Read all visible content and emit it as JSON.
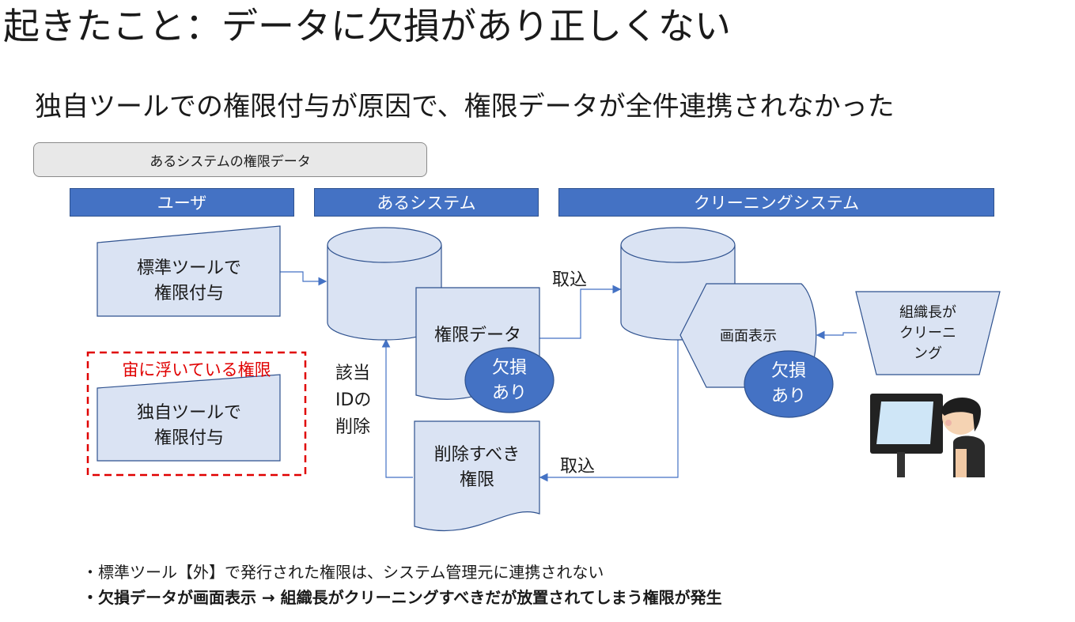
{
  "title": "起きたこと：データに欠損があり正しくない",
  "subtitle": "独自ツールでの権限付与が原因で、権限データが全件連携されなかった",
  "banner": "あるシステムの権限データ",
  "headers": {
    "user": "ユーザ",
    "system": "あるシステム",
    "cleaning": "クリーニングシステム"
  },
  "nodes": {
    "standard_tool": "標準ツールで\n権限付与",
    "floating_title": "宙に浮いている権限",
    "custom_tool": "独自ツールで\n権限付与",
    "permission_data": "権限データ",
    "missing_badge_1": "欠損\nあり",
    "delete_target": "削除すべき\n権限",
    "screen_display": "画面表示",
    "missing_badge_2": "欠損\nあり",
    "manager_cleaning": "組織長が\nクリーニ\nング"
  },
  "edge_labels": {
    "import_top": "取込",
    "import_bottom": "取込",
    "delete_id": "該当\nIDの\n削除"
  },
  "notes": [
    "・標準ツール【外】で発行された権限は、システム管理元に連携されない",
    "・欠損データが画面表示 → 組織長がクリーニングすべきだが放置されてしまう権限が発生"
  ],
  "colors": {
    "header_blue": "#4472c4",
    "shape_fill": "#dae3f3",
    "shape_stroke": "#2f528f",
    "alert_red": "#e00000",
    "badge_blue": "#4472c4"
  },
  "icons": {
    "person": "person-viewing-monitor-icon"
  }
}
